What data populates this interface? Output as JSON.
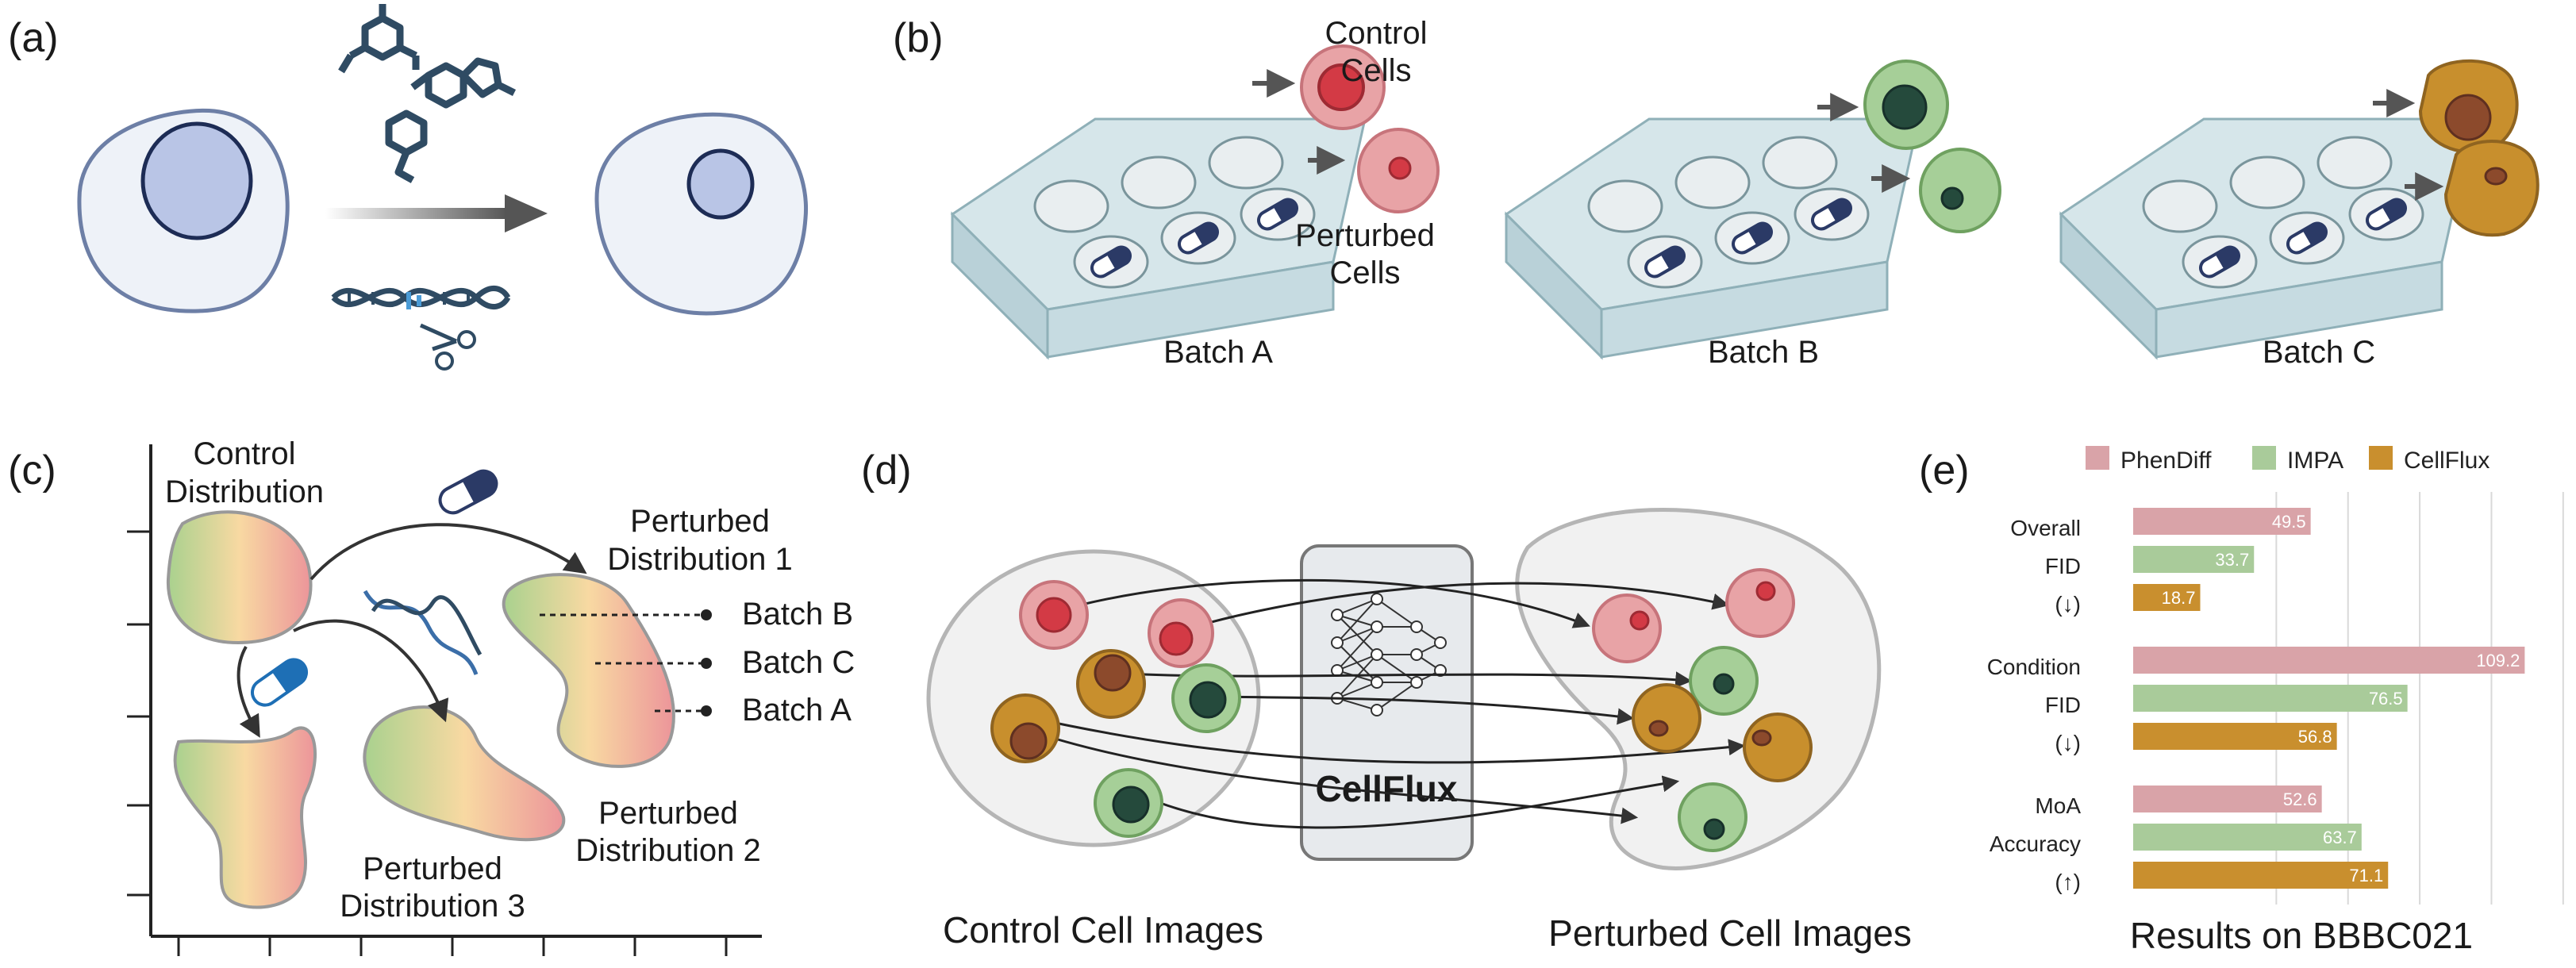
{
  "panels": {
    "a": "(a)",
    "b": "(b)",
    "c": "(c)",
    "d": "(d)",
    "e": "(e)"
  },
  "panel_b": {
    "control_cells_l1": "Control",
    "control_cells_l2": "Cells",
    "perturbed_cells_l1": "Perturbed",
    "perturbed_cells_l2": "Cells",
    "batches": [
      "Batch A",
      "Batch B",
      "Batch C"
    ]
  },
  "panel_c": {
    "control_l1": "Control",
    "control_l2": "Distribution",
    "p1_l1": "Perturbed",
    "p1_l2": "Distribution 1",
    "p2_l1": "Perturbed",
    "p2_l2": "Distribution 2",
    "p3_l1": "Perturbed",
    "p3_l2": "Distribution 3",
    "batch_b": "Batch B",
    "batch_c": "Batch C",
    "batch_a": "Batch A"
  },
  "panel_d": {
    "model": "CellFlux",
    "control_images": "Control Cell Images",
    "perturbed_images": "Perturbed Cell Images"
  },
  "colors": {
    "phendiff": "#d9a3a8",
    "impa": "#a9cb9a",
    "cellflux": "#c98f2e",
    "cell_red": "#e8a3a6",
    "cell_green": "#a6cf98",
    "cell_orange": "#c88f2d",
    "navy": "#2b3a66"
  },
  "chart_data": {
    "type": "bar",
    "title": "Results on BBBC021",
    "categories": [
      "Overall FID (↓)",
      "Condition FID (↓)",
      "MoA Accuracy (↑)"
    ],
    "category_lines": [
      [
        "Overall",
        "FID",
        "(↓)"
      ],
      [
        "Condition",
        "FID",
        "(↓)"
      ],
      [
        "MoA",
        "Accuracy",
        "(↑)"
      ]
    ],
    "series": [
      {
        "name": "PhenDiff",
        "values": [
          49.5,
          109.2,
          52.6
        ],
        "labels": [
          "49.5",
          "109.2",
          "52.6"
        ]
      },
      {
        "name": "IMPA",
        "values": [
          33.7,
          76.5,
          63.7
        ],
        "labels": [
          "33.7",
          "76.5",
          "63.7"
        ]
      },
      {
        "name": "CellFlux",
        "values": [
          18.7,
          56.8,
          71.1
        ],
        "labels": [
          "18.7",
          "56.8",
          "71.1"
        ]
      }
    ],
    "orientation": "horizontal",
    "xlim": [
      0,
      110
    ],
    "grid": true,
    "legend": "top"
  }
}
